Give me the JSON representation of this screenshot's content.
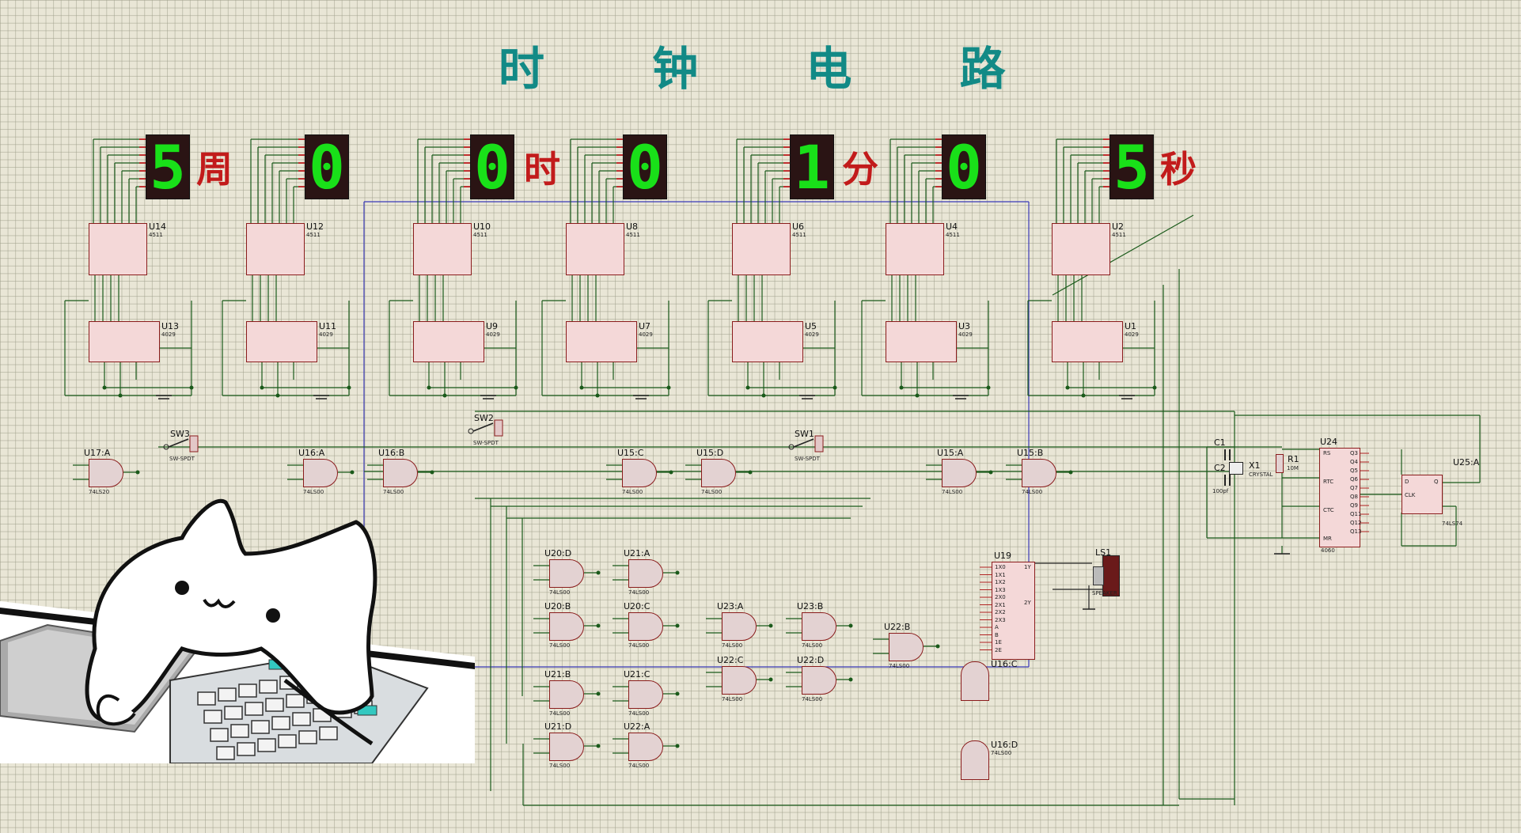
{
  "title": "时 钟 电 路",
  "displays": [
    {
      "digit": "5",
      "unit": "周"
    },
    {
      "digit": "0",
      "unit": ""
    },
    {
      "digit": "0",
      "unit": "时"
    },
    {
      "digit": "0",
      "unit": ""
    },
    {
      "digit": "1",
      "unit": "分"
    },
    {
      "digit": "0",
      "unit": ""
    },
    {
      "digit": "5",
      "unit": "秒"
    }
  ],
  "decoders": [
    "U14",
    "U12",
    "U10",
    "U8",
    "U6",
    "U4",
    "U2"
  ],
  "decoder_type": "4511",
  "counters": [
    "U13",
    "U11",
    "U9",
    "U7",
    "U5",
    "U3",
    "U1"
  ],
  "counter_type": "4029",
  "switches": [
    "SW3",
    "SW2",
    "SW1"
  ],
  "switch_type": "SW-SPDT",
  "gates": [
    {
      "name": "U17:A",
      "type": "74LS20"
    },
    {
      "name": "U16:A",
      "type": "74LS00"
    },
    {
      "name": "U16:B",
      "type": "74LS00"
    },
    {
      "name": "U15:C",
      "type": "74LS00"
    },
    {
      "name": "U15:D",
      "type": "74LS00"
    },
    {
      "name": "U15:A",
      "type": "74LS00"
    },
    {
      "name": "U15:B",
      "type": "74LS00"
    },
    {
      "name": "U20:D",
      "type": "74LS00"
    },
    {
      "name": "U21:A",
      "type": "74LS00"
    },
    {
      "name": "U20:B",
      "type": "74LS00"
    },
    {
      "name": "U20:C",
      "type": "74LS00"
    },
    {
      "name": "U23:A",
      "type": "74LS00"
    },
    {
      "name": "U23:B",
      "type": "74LS00"
    },
    {
      "name": "U22:B",
      "type": "74LS00"
    },
    {
      "name": "U21:B",
      "type": "74LS00"
    },
    {
      "name": "U21:C",
      "type": "74LS00"
    },
    {
      "name": "U22:C",
      "type": "74LS00"
    },
    {
      "name": "U22:D",
      "type": "74LS00"
    },
    {
      "name": "U21:D",
      "type": "74LS00"
    },
    {
      "name": "U22:A",
      "type": "74LS00"
    }
  ],
  "vertical_gates": [
    {
      "name": "U16:C",
      "type": "74LS00"
    },
    {
      "name": "U16:D",
      "type": "74LS00"
    }
  ],
  "mux": {
    "name": "U19",
    "pins_left": [
      "1X0",
      "1X1",
      "1X2",
      "1X3",
      "2X0",
      "2X1",
      "2X2",
      "2X3",
      "A",
      "B",
      "1E",
      "2E"
    ],
    "pins_right": [
      "1Y",
      "2Y"
    ]
  },
  "speaker": {
    "name": "LS1",
    "type": "SPEAKER"
  },
  "oscillator": {
    "c1": "C1",
    "c2": "C2",
    "c2_value": "100pf",
    "crystal": "X1",
    "crystal_type": "CRYSTAL",
    "r1": "R1",
    "r1_value": "10M",
    "divider": "U24",
    "divider_type": "4060",
    "divider_pins": [
      "RS",
      "RTC",
      "CTC",
      "MR"
    ],
    "divider_outputs": [
      "Q3",
      "Q4",
      "Q5",
      "Q6",
      "Q7",
      "Q8",
      "Q9",
      "Q11",
      "Q12",
      "Q13"
    ],
    "flipflop": "U25:A",
    "flipflop_type": "74LS74"
  },
  "colors": {
    "background": "#e9e6d6",
    "title": "#128a86",
    "segment": "#19e019",
    "unit": "#c21b1b",
    "chip": "#8a1c1c",
    "wire": "#1a5a1a",
    "bus": "#3a3ab8"
  }
}
